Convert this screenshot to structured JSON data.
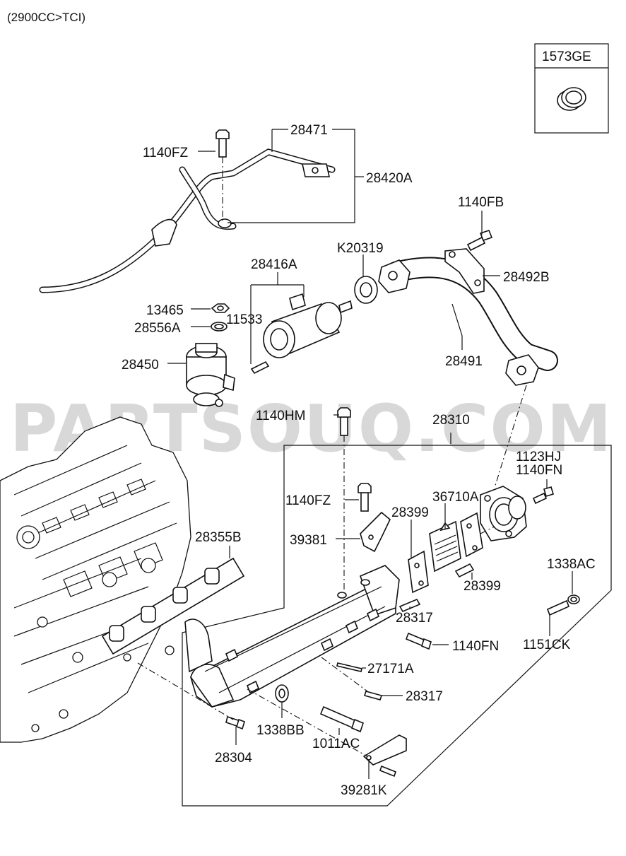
{
  "header": "(2900CC>TCI)",
  "watermark": "PARTSOUQ.COM",
  "inset_part": "1573GE",
  "labels": {
    "p28471": "28471",
    "p1140FZ_top": "1140FZ",
    "p28420A": "28420A",
    "p1140FB": "1140FB",
    "pK20319": "K20319",
    "p28492B": "28492B",
    "p28416A": "28416A",
    "p13465": "13465",
    "p11533": "11533",
    "p28556A": "28556A",
    "p28491": "28491",
    "p28450": "28450",
    "p1140HM": "1140HM",
    "p28310": "28310",
    "p1123HJ": "1123HJ",
    "p1140FN_top": "1140FN",
    "p36710A": "36710A",
    "p1140FZ_mid": "1140FZ",
    "p28399_a": "28399",
    "p28355B": "28355B",
    "p39381": "39381",
    "p1338AC": "1338AC",
    "p28399_b": "28399",
    "p28317_a": "28317",
    "p1140FN_low": "1140FN",
    "p1151CK": "1151CK",
    "p27171A": "27171A",
    "p28317_b": "28317",
    "p1338BB": "1338BB",
    "p1011AC": "1011AC",
    "p28304": "28304",
    "p39281K": "39281K"
  }
}
